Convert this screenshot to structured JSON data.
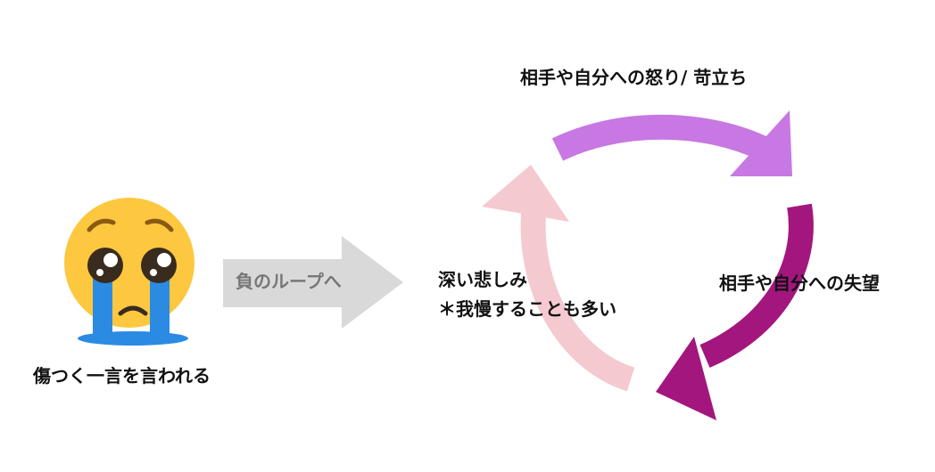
{
  "left": {
    "caption": "傷つく一言を言われる",
    "arrow_label": "負のループへ"
  },
  "cycle": {
    "top_label": "相手や自分への怒り/ 苛立ち",
    "right_label": "相手や自分への失望",
    "left_label_line1": "深い悲しみ",
    "left_label_line2": "＊我慢することも多い"
  },
  "colors": {
    "arrow_top": "#c778e2",
    "arrow_right": "#a3167e",
    "arrow_left": "#f5c9d0",
    "arrow_gray": "#d9d9d9",
    "arrow_gray_text": "#777777",
    "face": "#fdc83f",
    "tears": "#2b8be3"
  },
  "icons": {
    "face": "pleading-crying-face-icon"
  }
}
